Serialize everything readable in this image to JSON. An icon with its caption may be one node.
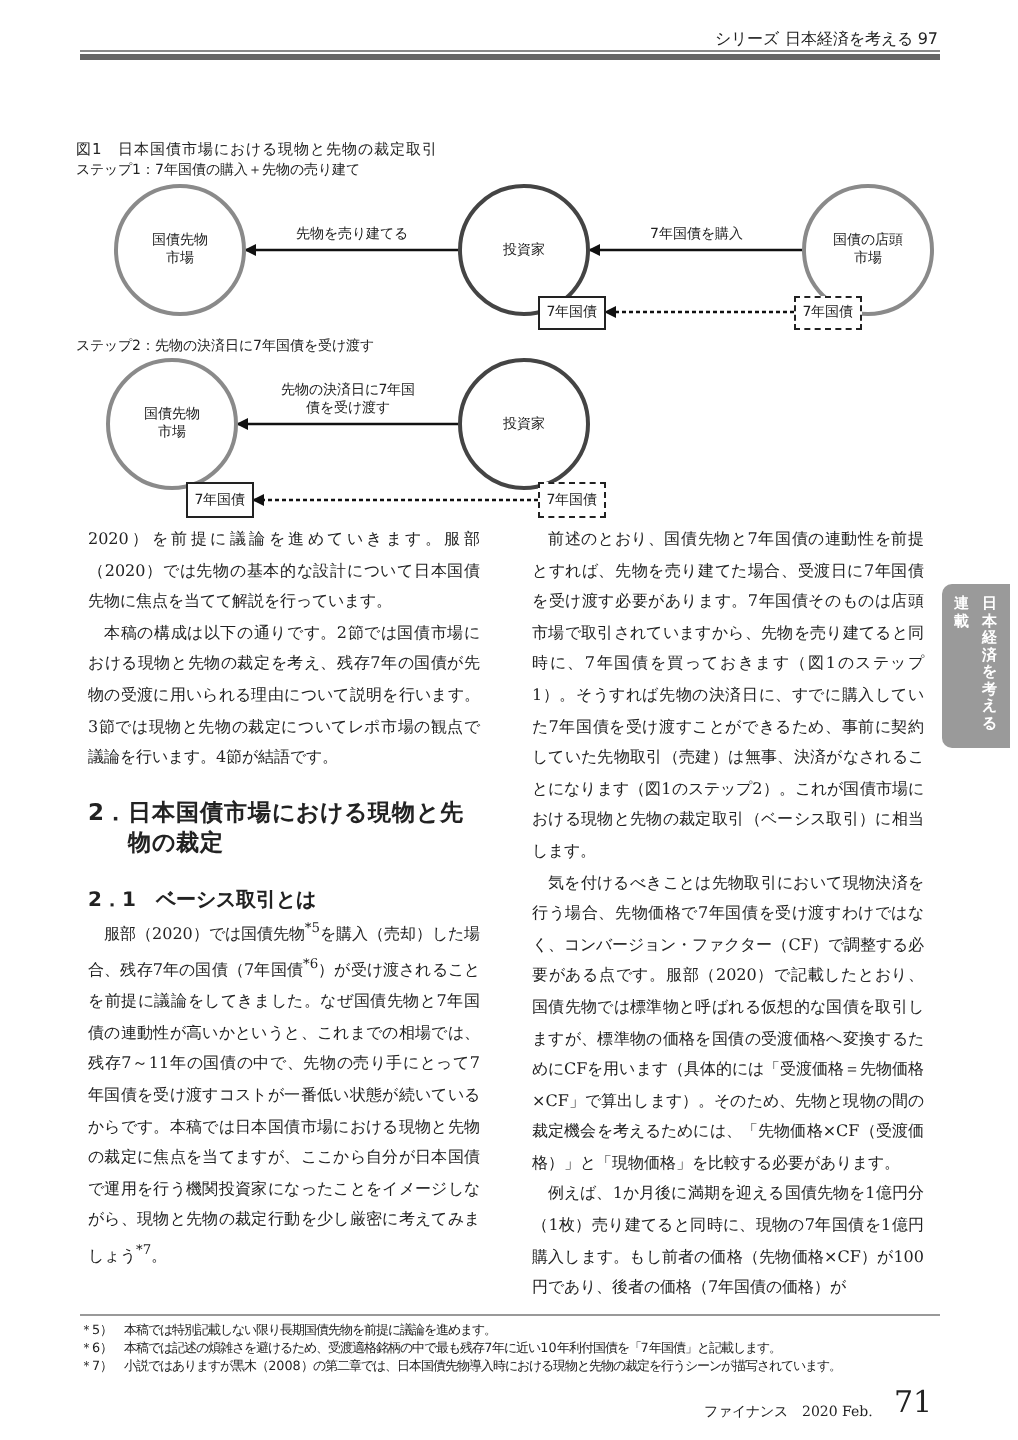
{
  "diagram": {
    "title": "図1　日本国債市場における現物と先物の裁定取引",
    "nodes": [
      {
        "text": [
          "国債先物市場"
        ]
      },
      {
        "text": [
          "投資家"
        ]
      },
      {
        "text": [
          "国債の店頭市場"
        ]
      },
      {
        "text": [
          "7年国債"
        ]
      },
      {
        "text": [
          "7年国債"
        ]
      },
      {
        "text": [
          "国債先物市場"
        ]
      },
      {
        "text": [
          "投資家"
        ]
      },
      {
        "text": [
          "7年国債"
        ]
      },
      {
        "text": [
          "7年国債"
        ]
      }
    ],
    "edges": [
      {
        "from": 1,
        "to": 0,
        "arrow": "to",
        "label": "先物を売り建てる"
      },
      {
        "from": 2,
        "to": 1,
        "arrow": "to",
        "label": "7年国債を購入"
      },
      {
        "from": 4,
        "to": 3,
        "arrow": "to",
        "style": "dashed"
      },
      {
        "from": 6,
        "to": 5,
        "arrow": "to",
        "label": "先物の決済日に7年国債を受け渡す"
      },
      {
        "from": 8,
        "to": 7,
        "arrow": "to",
        "style": "dashed"
      }
    ],
    "labels": [
      "シリーズ 日本経済を考える 97",
      "ステップ1：7年国債の購入＋先物の売り建て",
      "ステップ2：先物の決済日に7年国債を受け渡す",
      "2020）を前提に議論を進めていきます。服部（2020）では先物の基本的な設計について日本国債先物に焦点を当てて解説を行っています。",
      "本稿の構成は以下の通りです。2節では国債市場における現物と先物の裁定を考え、残存7年の国債が先物の受渡に用いられる理由について説明を行います。3節では現物と先物の裁定についてレポ市場の観点で議論を行います。4節が結語です。",
      "2．日本国債市場における現物と先物の裁定",
      "2．1　ベーシス取引とは",
      "服部（2020）では国債先物$^{*5}$を購入（売却）した場合、残存7年の国債（7年国債$^{*6}$）が受け渡されることを前提に議論をしてきました。なぜ国債先物と7年国債の連動性が高いかというと、これまでの相場では、残存7～11年の国債の中で、先物の売り手にとって7年国債を受け渡すコストが一番低い状態が続いているからです。本稿では日本国債市場における現物と先物の裁定に焦点を当てますが、ここから自分が日本国債で運用を行う機関投資家になったことをイメージしながら、現物と先物の裁定行動を少し厳密に考えてみましょう$^{*7}$。",
      "連載",
      "日本経済を考える",
      "前述のとおり、国債先物と7年国債の連動性を前提とすれば、先物を売り建てた場合、受渡日に7年国債を受け渡す必要があります。7年国債そのものは店頭市場で取引されていますから、先物を売り建てると同時に、7年国債を買っておきます（図1のステップ1）。そうすれば先物の決済日に、すでに購入していた7年国債を受け渡すことができるため、事前に契約していた先物取引（売建）は無事、決済がなされることになります（図1のステップ2）。これが国債市場における現物と先物の裁定取引（ベーシス取引）に相当します。",
      "気を付けるべきことは先物取引において現物決済を行う場合、先物価格で7年国債を受け渡すわけではなく、コンバージョン・ファクター（CF）で調整する必要がある点です。服部（2020）で記載したとおり、国債先物では標準物と呼ばれる仮想的な国債を取引しますが、標準物の価格を国債の受渡価格へ変換するためにCFを用います（具体的には「受渡価格＝先物価格×CF」で算出します）。そのため、先物と現物の間の裁定機会を考えるためには、「先物価格×CF（受渡価格）」と「現物価格」を比較する必要があります。",
      "例えば、1か月後に満期を迎える国債先物を1億円分（1枚）売り建てると同時に、現物の7年国債を1億円購入します。もし前者の価格（先物価格×CF）が100円であり、後者の価格（7年国債の価格）が",
      "＊5）　本稿では特別記載しない限り長期国債先物を前提に議論を進めます。",
      "＊6）　本稿では記述の煩雑さを避けるため、受渡適格銘柄の中で最も残存7年に近い10年利付国債を「7年国債」と記載します。",
      "＊7）　小説ではありますが黒木（2008）の第二章では、日本国債先物導入時における現物と先物の裁定を行うシーンが描写されています。",
      "ファイナンス　2020 Feb.",
      "71"
    ]
  }
}
